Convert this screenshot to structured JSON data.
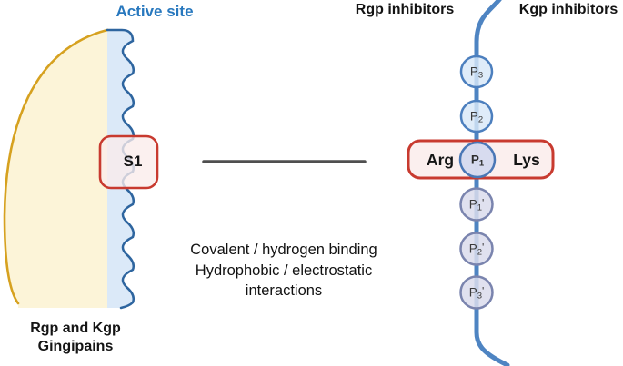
{
  "figure": {
    "left": {
      "header": "Active site",
      "pocket_label": "S1",
      "caption_line1": "Rgp and Kgp",
      "caption_line2": "Gingipains"
    },
    "center": {
      "interaction_line1": "Covalent / hydrogen binding",
      "interaction_line2": "Hydrophobic / electrostatic",
      "interaction_line3": "interactions"
    },
    "right": {
      "header_left": "Rgp inhibitors",
      "header_right": "Kgp inhibitors",
      "specificity_left": "Arg",
      "specificity_right": "Lys",
      "residues": [
        {
          "name": "P3",
          "main": "P",
          "sub": "3",
          "prime": ""
        },
        {
          "name": "P2",
          "main": "P",
          "sub": "2",
          "prime": ""
        },
        {
          "name": "P1",
          "main": "P",
          "sub": "1",
          "prime": ""
        },
        {
          "name": "P1-prime",
          "main": "P",
          "sub": "1",
          "prime": "'"
        },
        {
          "name": "P2-prime",
          "main": "P",
          "sub": "2",
          "prime": "'"
        },
        {
          "name": "P3-prime",
          "main": "P",
          "sub": "3",
          "prime": "'"
        }
      ]
    },
    "colors": {
      "active_site_blue": "#2878be",
      "enzyme_body_yellow": "#fcf4d8",
      "enzyme_gold_border": "#d6a11f",
      "active_strip_blue": "#dbe9f8",
      "wave_edge_blue": "#2e659f",
      "chain_blue": "#4e84c2",
      "pocket_box_red": "#c83a2f",
      "pocket_box_fill": "#faeceb",
      "residue_blue_fill": "#d8e8f8",
      "residue_blue_stroke": "#4c7fbe",
      "residue_p1_fill": "#d3d8ee",
      "residue_p1_stroke": "#4a77b6",
      "residue_prime_fill": "#dadcec",
      "residue_prime_stroke": "#7a84ae",
      "interaction_line_gray": "#4f4f4f"
    }
  }
}
